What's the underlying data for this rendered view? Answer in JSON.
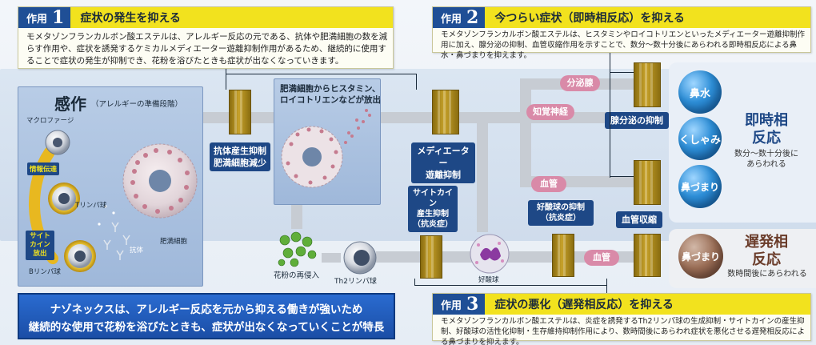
{
  "action1": {
    "badge": "作用",
    "num": "1",
    "title": "症状の発生を抑える",
    "desc": "モメタゾンフランカルボン酸エステルは、アレルギー反応の元である、抗体や肥満細胞の数を減らす作用や、症状を誘発するケミカルメディエーター遊離抑制作用があるため、継続的に使用することで症状の発生が抑制でき、花粉を浴びたときも症状が出なくなっていきます。"
  },
  "action2": {
    "badge": "作用",
    "num": "2",
    "title": "今つらい症状（即時相反応）を抑える",
    "desc": "モメタゾンフランカルボン酸エステルは、ヒスタミンやロイコトリエンといったメディエーター遊離抑制作用に加え、腺分泌の抑制、血管収縮作用を示すことで、数分〜数十分後にあらわれる即時相反応による鼻水・鼻づまりを抑えます。"
  },
  "action3": {
    "badge": "作用",
    "num": "3",
    "title": "症状の悪化（遅発相反応）を抑える",
    "desc": "モメタゾンフランカルボン酸エステルは、炎症を誘発するTh2リンパ球の生成抑制・サイトカインの産生抑制、好酸球の活性化抑制・生存維持抑制作用により、数時間後にあらわれ症状を悪化させる遅発相反応による鼻づまりを抑えます。"
  },
  "sensitization": {
    "title": "感作",
    "subtitle": "（アレルギーの準備段階）",
    "macrophage": "マクロファージ",
    "info_transfer": "情報伝達",
    "t_cell": "Tリンパ球",
    "cytokine_release": "サイトカイン放出",
    "b_cell": "Bリンパ球",
    "antibody": "抗体",
    "mast_cell": "肥満細胞"
  },
  "histamine_panel": {
    "text": "肥満細胞からヒスタミン、ロイコトリエンなどが放出"
  },
  "labels": {
    "antibody_suppress": "抗体産生抑制\n肥満細胞減少",
    "mediator_suppress": "メディエーター\n遊離抑制",
    "cytokine_suppress": "サイトカイン\n産生抑制\n（抗炎症）",
    "eosinophil_suppress": "好酸球の抑制\n（抗炎症）",
    "gland_suppress": "腺分泌の抑制",
    "vaso_constrict": "血管収縮",
    "pollen_reentry": "花粉の再侵入",
    "th2": "Th2リンパ球",
    "eosinophil": "好酸球"
  },
  "pills": {
    "gland": "分泌腺",
    "nerve": "知覚神経",
    "vessel1": "血管",
    "vessel2": "血管"
  },
  "symptoms": {
    "runny_nose": "鼻水",
    "sneeze": "くしゃみ",
    "congestion1": "鼻づまり",
    "congestion2": "鼻づまり"
  },
  "immediate": {
    "title": "即時相\n反応",
    "note": "数分〜数十分後に\nあらわれる"
  },
  "late": {
    "title": "遅発相\n反応",
    "note": "数時間後にあらわれる"
  },
  "caption": "ナゾネックスは、アレルギー反応を元から抑える働きが強いため\n継続的な使用で花粉を浴びたときも、症状が出なくなっていくことが特長",
  "colors": {
    "navy": "#1e4886",
    "yellow": "#f2e21e",
    "gold": "#b08f1e",
    "pink": "#d98aa8",
    "blue_ball": "#2e8fd8",
    "brown_ball": "#9a6d55"
  }
}
